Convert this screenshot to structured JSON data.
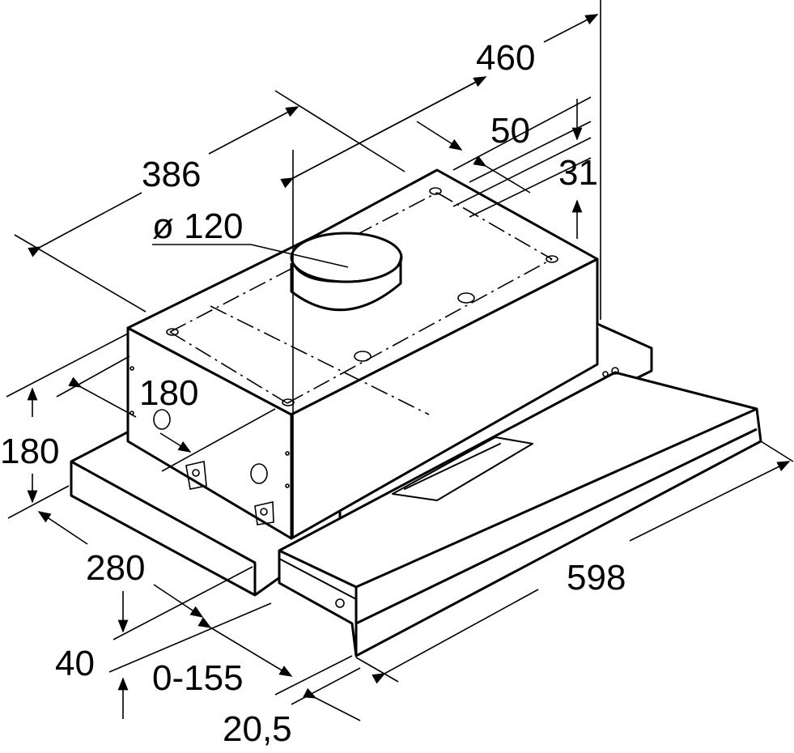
{
  "dimensions": {
    "d460": "460",
    "d50": "50",
    "d31": "31",
    "d386": "386",
    "d120": "ø 120",
    "d180_depth": "180",
    "d180_height": "180",
    "d280": "280",
    "d40": "40",
    "d0_155": "0-155",
    "d20_5": "20,5",
    "d598": "598"
  }
}
